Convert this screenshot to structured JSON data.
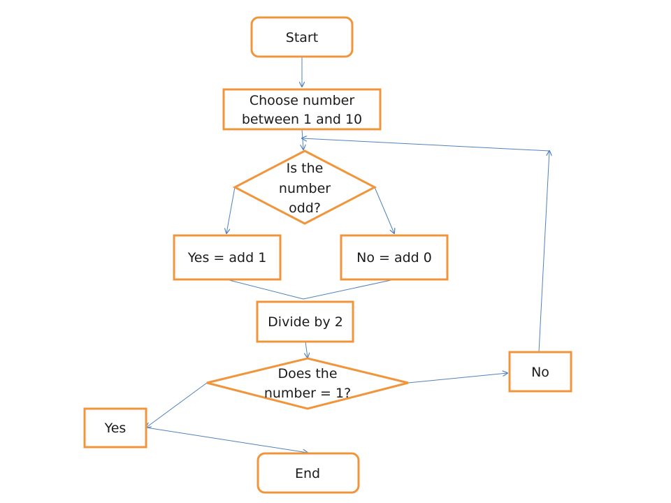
{
  "diagram": {
    "nodes": {
      "start": "Start",
      "choose_line1": "Choose number",
      "choose_line2": "between 1 and 10",
      "odd_line1": "Is the",
      "odd_line2": "number",
      "odd_line3": "odd?",
      "yes_add": "Yes = add 1",
      "no_add": "No = add 0",
      "divide": "Divide by 2",
      "equals_line1": "Does the",
      "equals_line2": "number = 1?",
      "no": "No",
      "yes": "Yes",
      "end": "End"
    },
    "colors": {
      "box_border": "#f0953b",
      "connector": "#4f81bd",
      "text": "#1a1a1a"
    }
  }
}
